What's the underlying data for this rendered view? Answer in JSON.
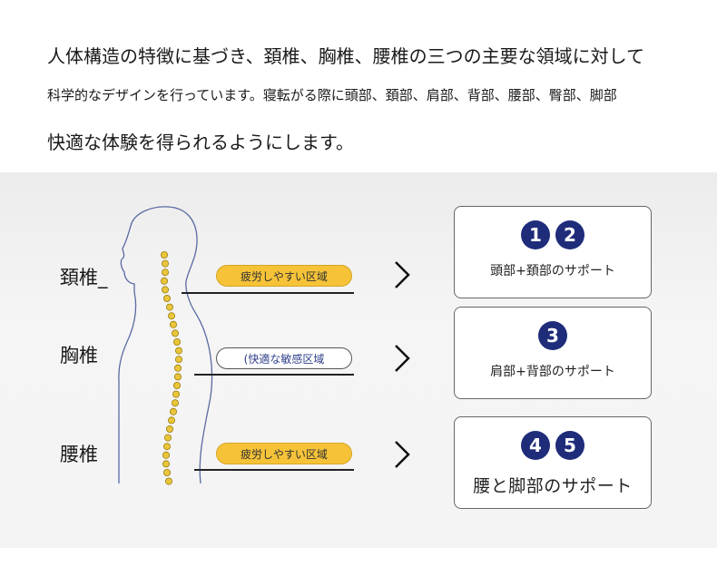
{
  "intro": {
    "line1": "人体構造の特徴に基づき、頚椎、胸椎、腰椎の三つの主要な領域に対して",
    "line2": "科学的なデザインを行っています。寝転がる際に頭部、頚部、肩部、背部、腰部、臀部、脚部",
    "line3": "快適な体験を得られるようにします。"
  },
  "regions": [
    {
      "label": "頚椎_",
      "tag": "疲労しやすい区域"
    },
    {
      "label": "胸椎",
      "tag": "(快適な敏感区域"
    },
    {
      "label": "腰椎",
      "tag": "疲労しやすい区域"
    }
  ],
  "cards": [
    {
      "numbers": [
        "1",
        "2"
      ],
      "text": "頭部+頚部のサポート"
    },
    {
      "numbers": [
        "3"
      ],
      "text": "肩部+背部のサポート"
    },
    {
      "numbers": [
        "4",
        "5"
      ],
      "text": "腰と脚部のサポート"
    }
  ],
  "colors": {
    "badge": "#1e2c7a",
    "fatigue_pill": "#f6c338",
    "vertebra": "#e9c63a"
  },
  "icons": [
    "chevron-right-icon",
    "human-silhouette"
  ]
}
